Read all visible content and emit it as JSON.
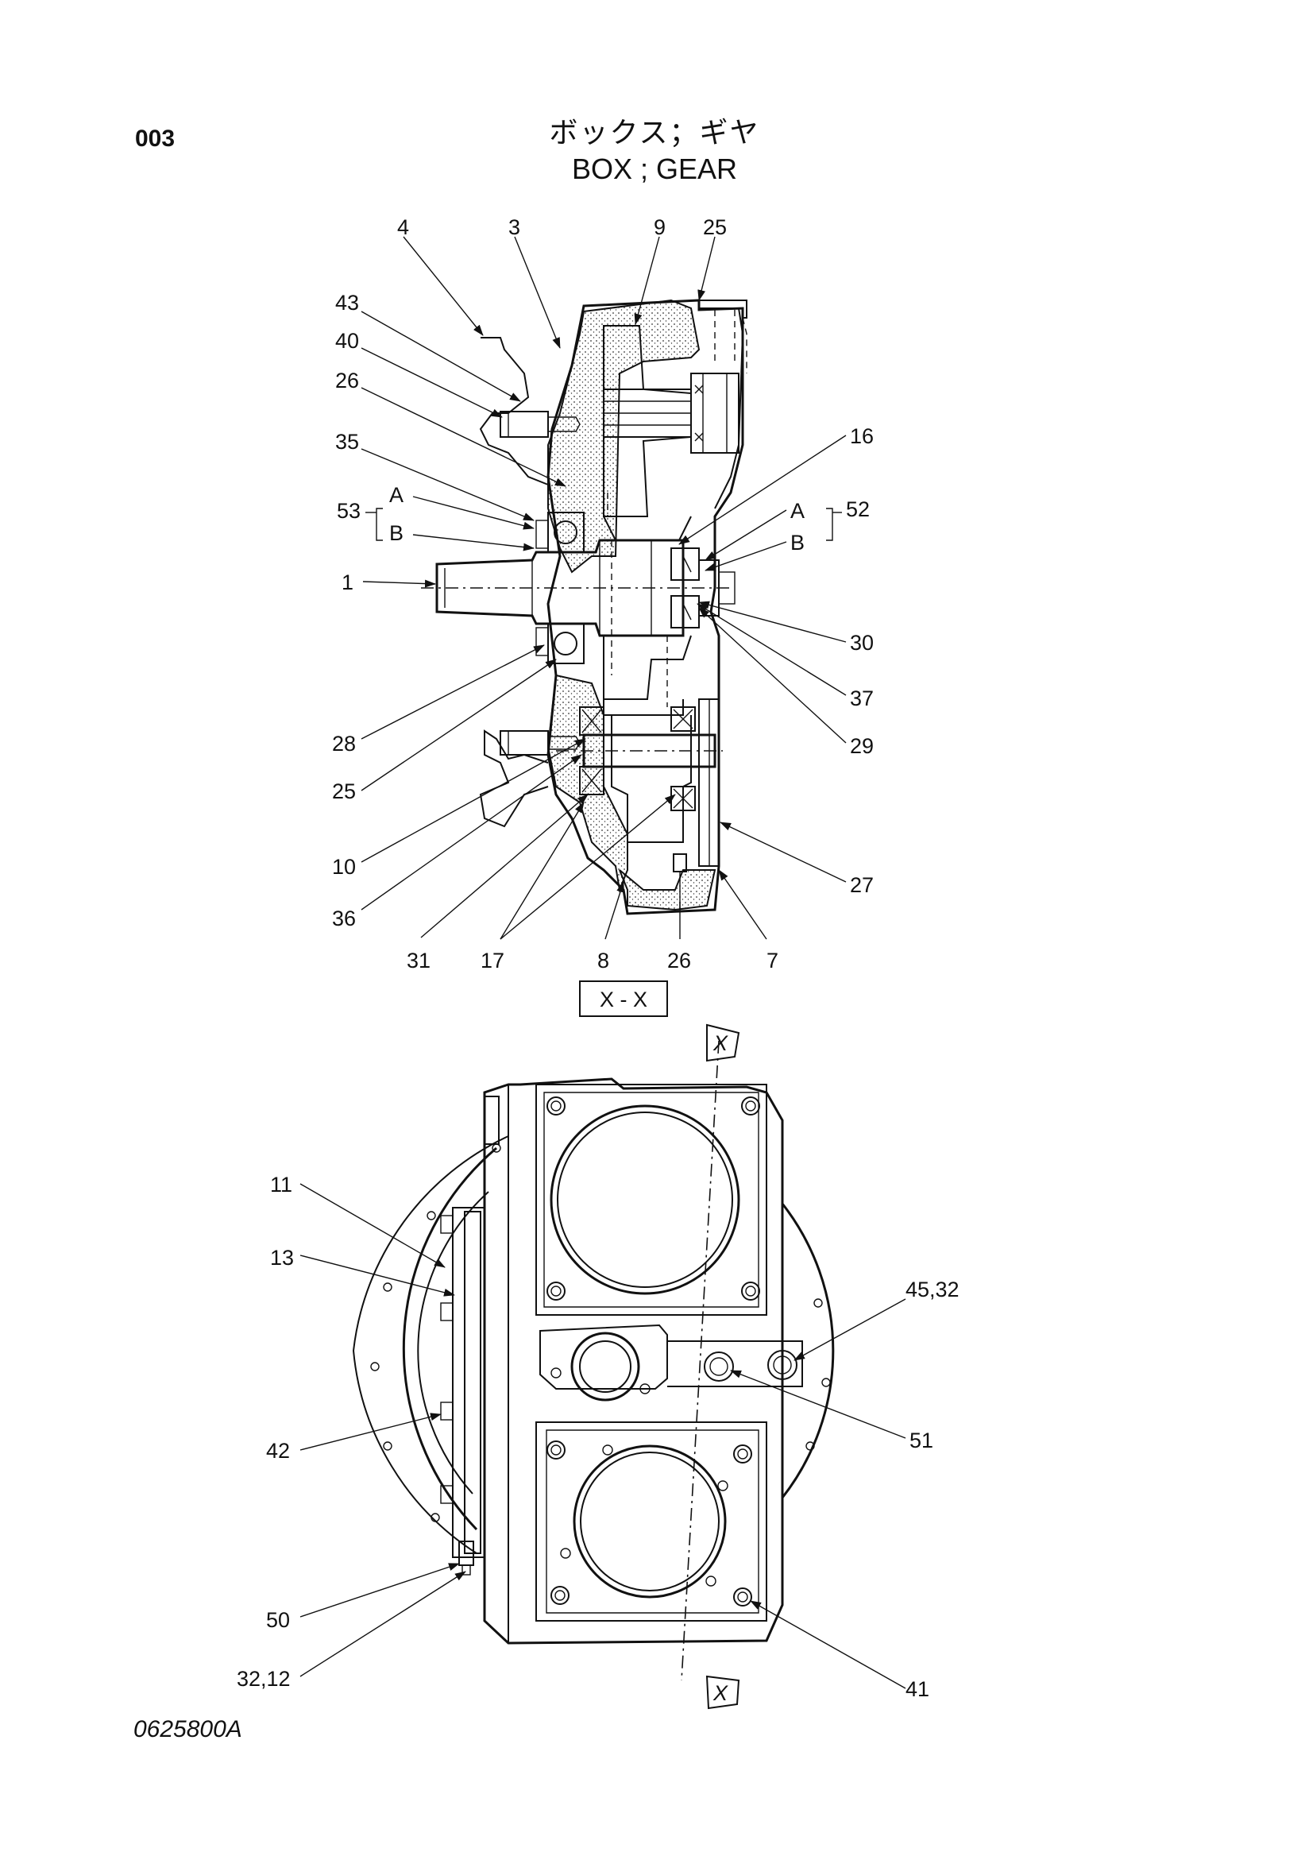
{
  "header": {
    "page_number": "003",
    "title_japanese": "ボックス；ギヤ",
    "title_english": "BOX ; GEAR"
  },
  "section_view": {
    "section_label": "X - X",
    "bracket_group_left": {
      "number": "53",
      "sub_a": "A",
      "sub_b": "B"
    },
    "bracket_group_right": {
      "number": "52",
      "sub_a": "A",
      "sub_b": "B"
    },
    "callouts": [
      "4",
      "3",
      "9",
      "25",
      "43",
      "40",
      "26",
      "35",
      "1",
      "28",
      "25",
      "10",
      "36",
      "31",
      "17",
      "8",
      "26",
      "7",
      "27",
      "29",
      "37",
      "30",
      "16"
    ]
  },
  "plan_view": {
    "section_marker": "X",
    "callouts": [
      "11",
      "13",
      "42",
      "50",
      "32,12",
      "45,32",
      "51",
      "41"
    ]
  },
  "footer": {
    "drawing_number": "0625800A"
  }
}
